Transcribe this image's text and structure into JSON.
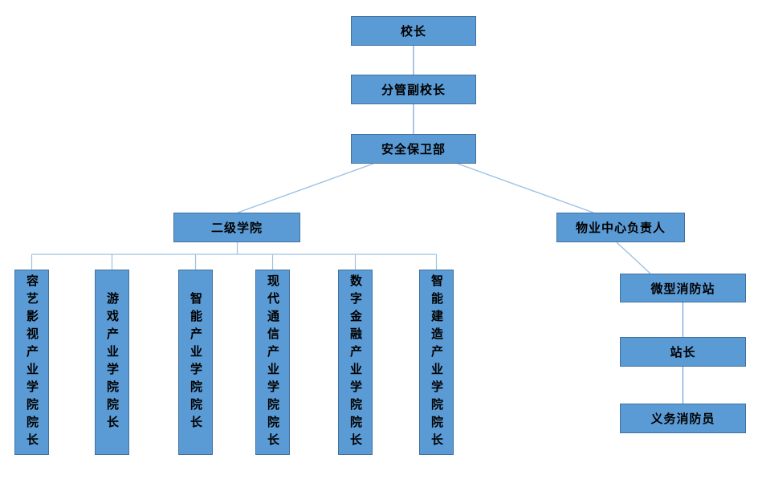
{
  "diagram": {
    "type": "org-chart",
    "background": "#ffffff",
    "colors": {
      "node_fill": "#5b9bd5",
      "node_border": "#41719c",
      "connector_straight": "#6d9fd4",
      "connector_branch": "#9cc2e5",
      "text": "#000000"
    },
    "nodes": {
      "principal": {
        "label": "校长"
      },
      "vice_principal": {
        "label": "分管副校长"
      },
      "security_department": {
        "label": "安全保卫部"
      },
      "secondary_colleges": {
        "label": "二级学院"
      },
      "property_center_manager": {
        "label": "物业中心负责人"
      },
      "micro_fire_station": {
        "label": "微型消防站"
      },
      "station_chief": {
        "label": "站长"
      },
      "volunteer_firefighters": {
        "label": "义务消防员"
      },
      "deans": [
        {
          "label": "容艺影视产业学院院长"
        },
        {
          "label": "游戏产业学院院长"
        },
        {
          "label": "智能产业学院院长"
        },
        {
          "label": "现代通信产业学院院长"
        },
        {
          "label": "数字金融产业学院院长"
        },
        {
          "label": "智能建造产业学院院长"
        }
      ]
    },
    "edges": [
      {
        "from": "principal",
        "to": "vice_principal"
      },
      {
        "from": "vice_principal",
        "to": "security_department"
      },
      {
        "from": "security_department",
        "to": "secondary_colleges"
      },
      {
        "from": "security_department",
        "to": "property_center_manager"
      },
      {
        "from": "secondary_colleges",
        "to": "deans.0"
      },
      {
        "from": "secondary_colleges",
        "to": "deans.1"
      },
      {
        "from": "secondary_colleges",
        "to": "deans.2"
      },
      {
        "from": "secondary_colleges",
        "to": "deans.3"
      },
      {
        "from": "secondary_colleges",
        "to": "deans.4"
      },
      {
        "from": "secondary_colleges",
        "to": "deans.5"
      },
      {
        "from": "property_center_manager",
        "to": "micro_fire_station"
      },
      {
        "from": "micro_fire_station",
        "to": "station_chief"
      },
      {
        "from": "station_chief",
        "to": "volunteer_firefighters"
      }
    ]
  }
}
